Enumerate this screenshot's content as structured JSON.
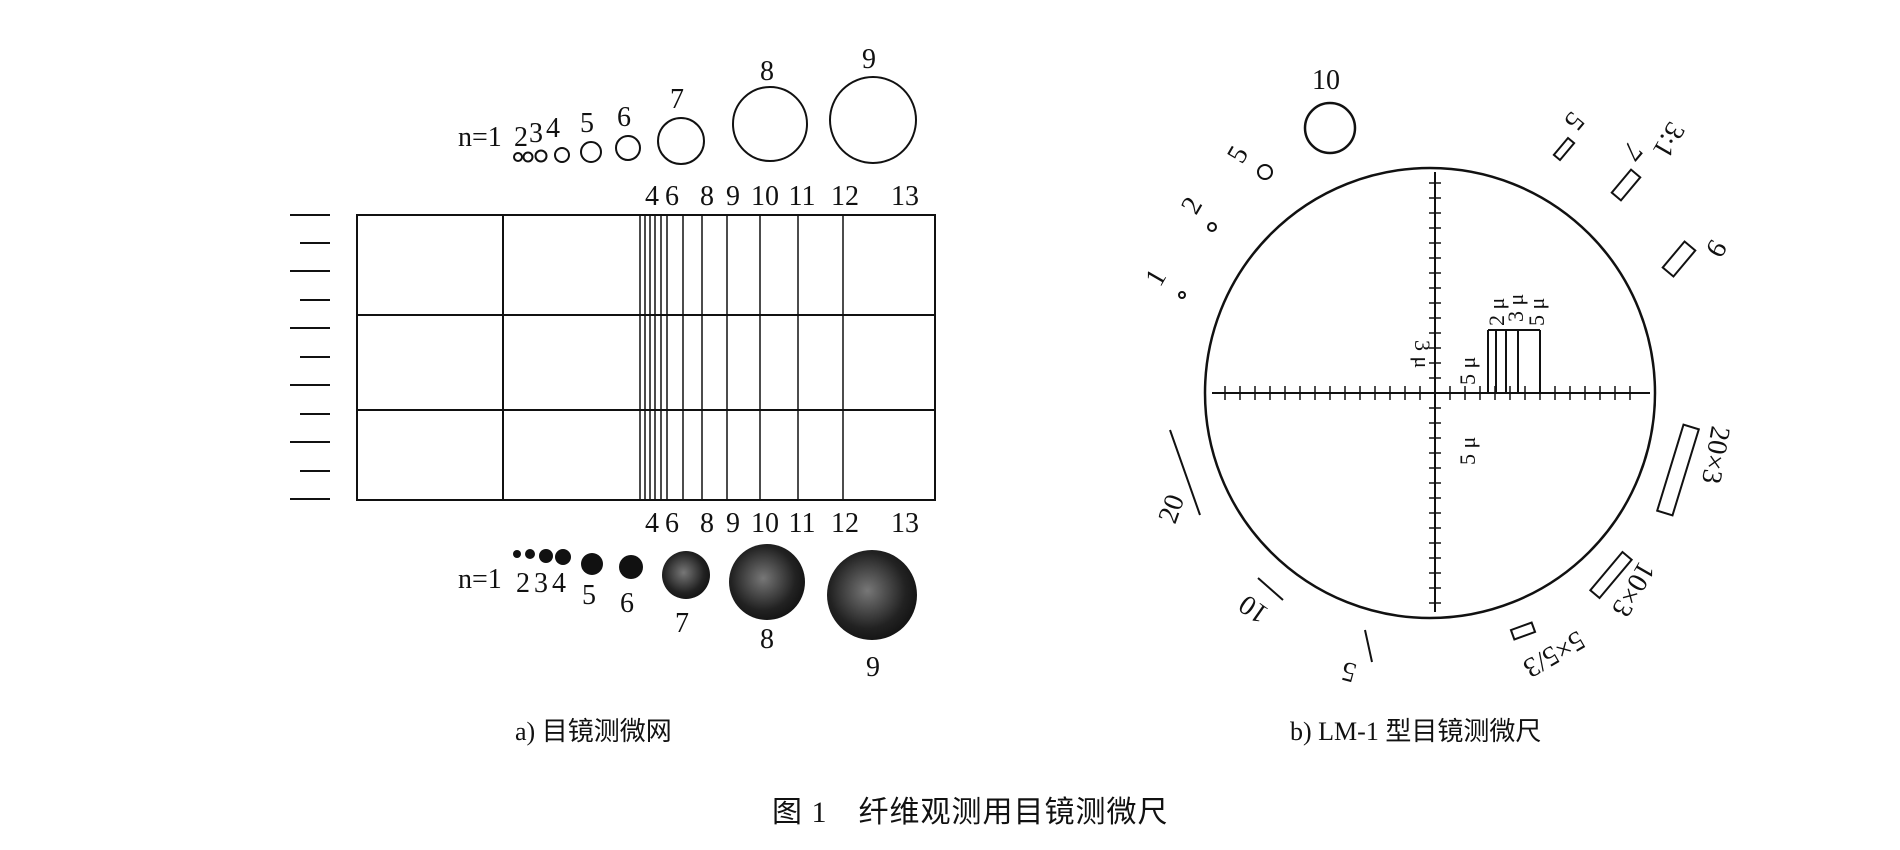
{
  "panel_a": {
    "caption": "a) 目镜测微网",
    "top_circles_prefix": "n=1",
    "top_circle_labels": [
      "2",
      "3",
      "4",
      "5",
      "6",
      "7",
      "8",
      "9"
    ],
    "bottom_circles_prefix": "n=1",
    "bottom_circle_labels": [
      "2",
      "3",
      "4",
      "5",
      "6",
      "7",
      "8",
      "9"
    ],
    "grid_top_labels": [
      "4",
      "6",
      "8",
      "9",
      "10",
      "11",
      "12",
      "13"
    ],
    "grid_bottom_labels": [
      "4",
      "6",
      "8",
      "9",
      "10",
      "11",
      "12",
      "13"
    ]
  },
  "panel_b": {
    "caption": "b) LM-1 型目镜测微尺",
    "circle_label_top": "10",
    "marker_labels": [
      "1",
      "2",
      "5",
      "5",
      "7",
      "3:1",
      "9",
      "20×3",
      "10×3",
      "5×5/3",
      "5",
      "10",
      "20"
    ],
    "micron_labels": [
      "2 μ",
      "3 μ",
      "5 μ",
      "3 μ",
      "5 μ",
      "5 μ"
    ]
  },
  "figure_caption": "图 1　纤维观测用目镜测微尺",
  "colors": {
    "ink": "#111111",
    "background": "#ffffff"
  }
}
